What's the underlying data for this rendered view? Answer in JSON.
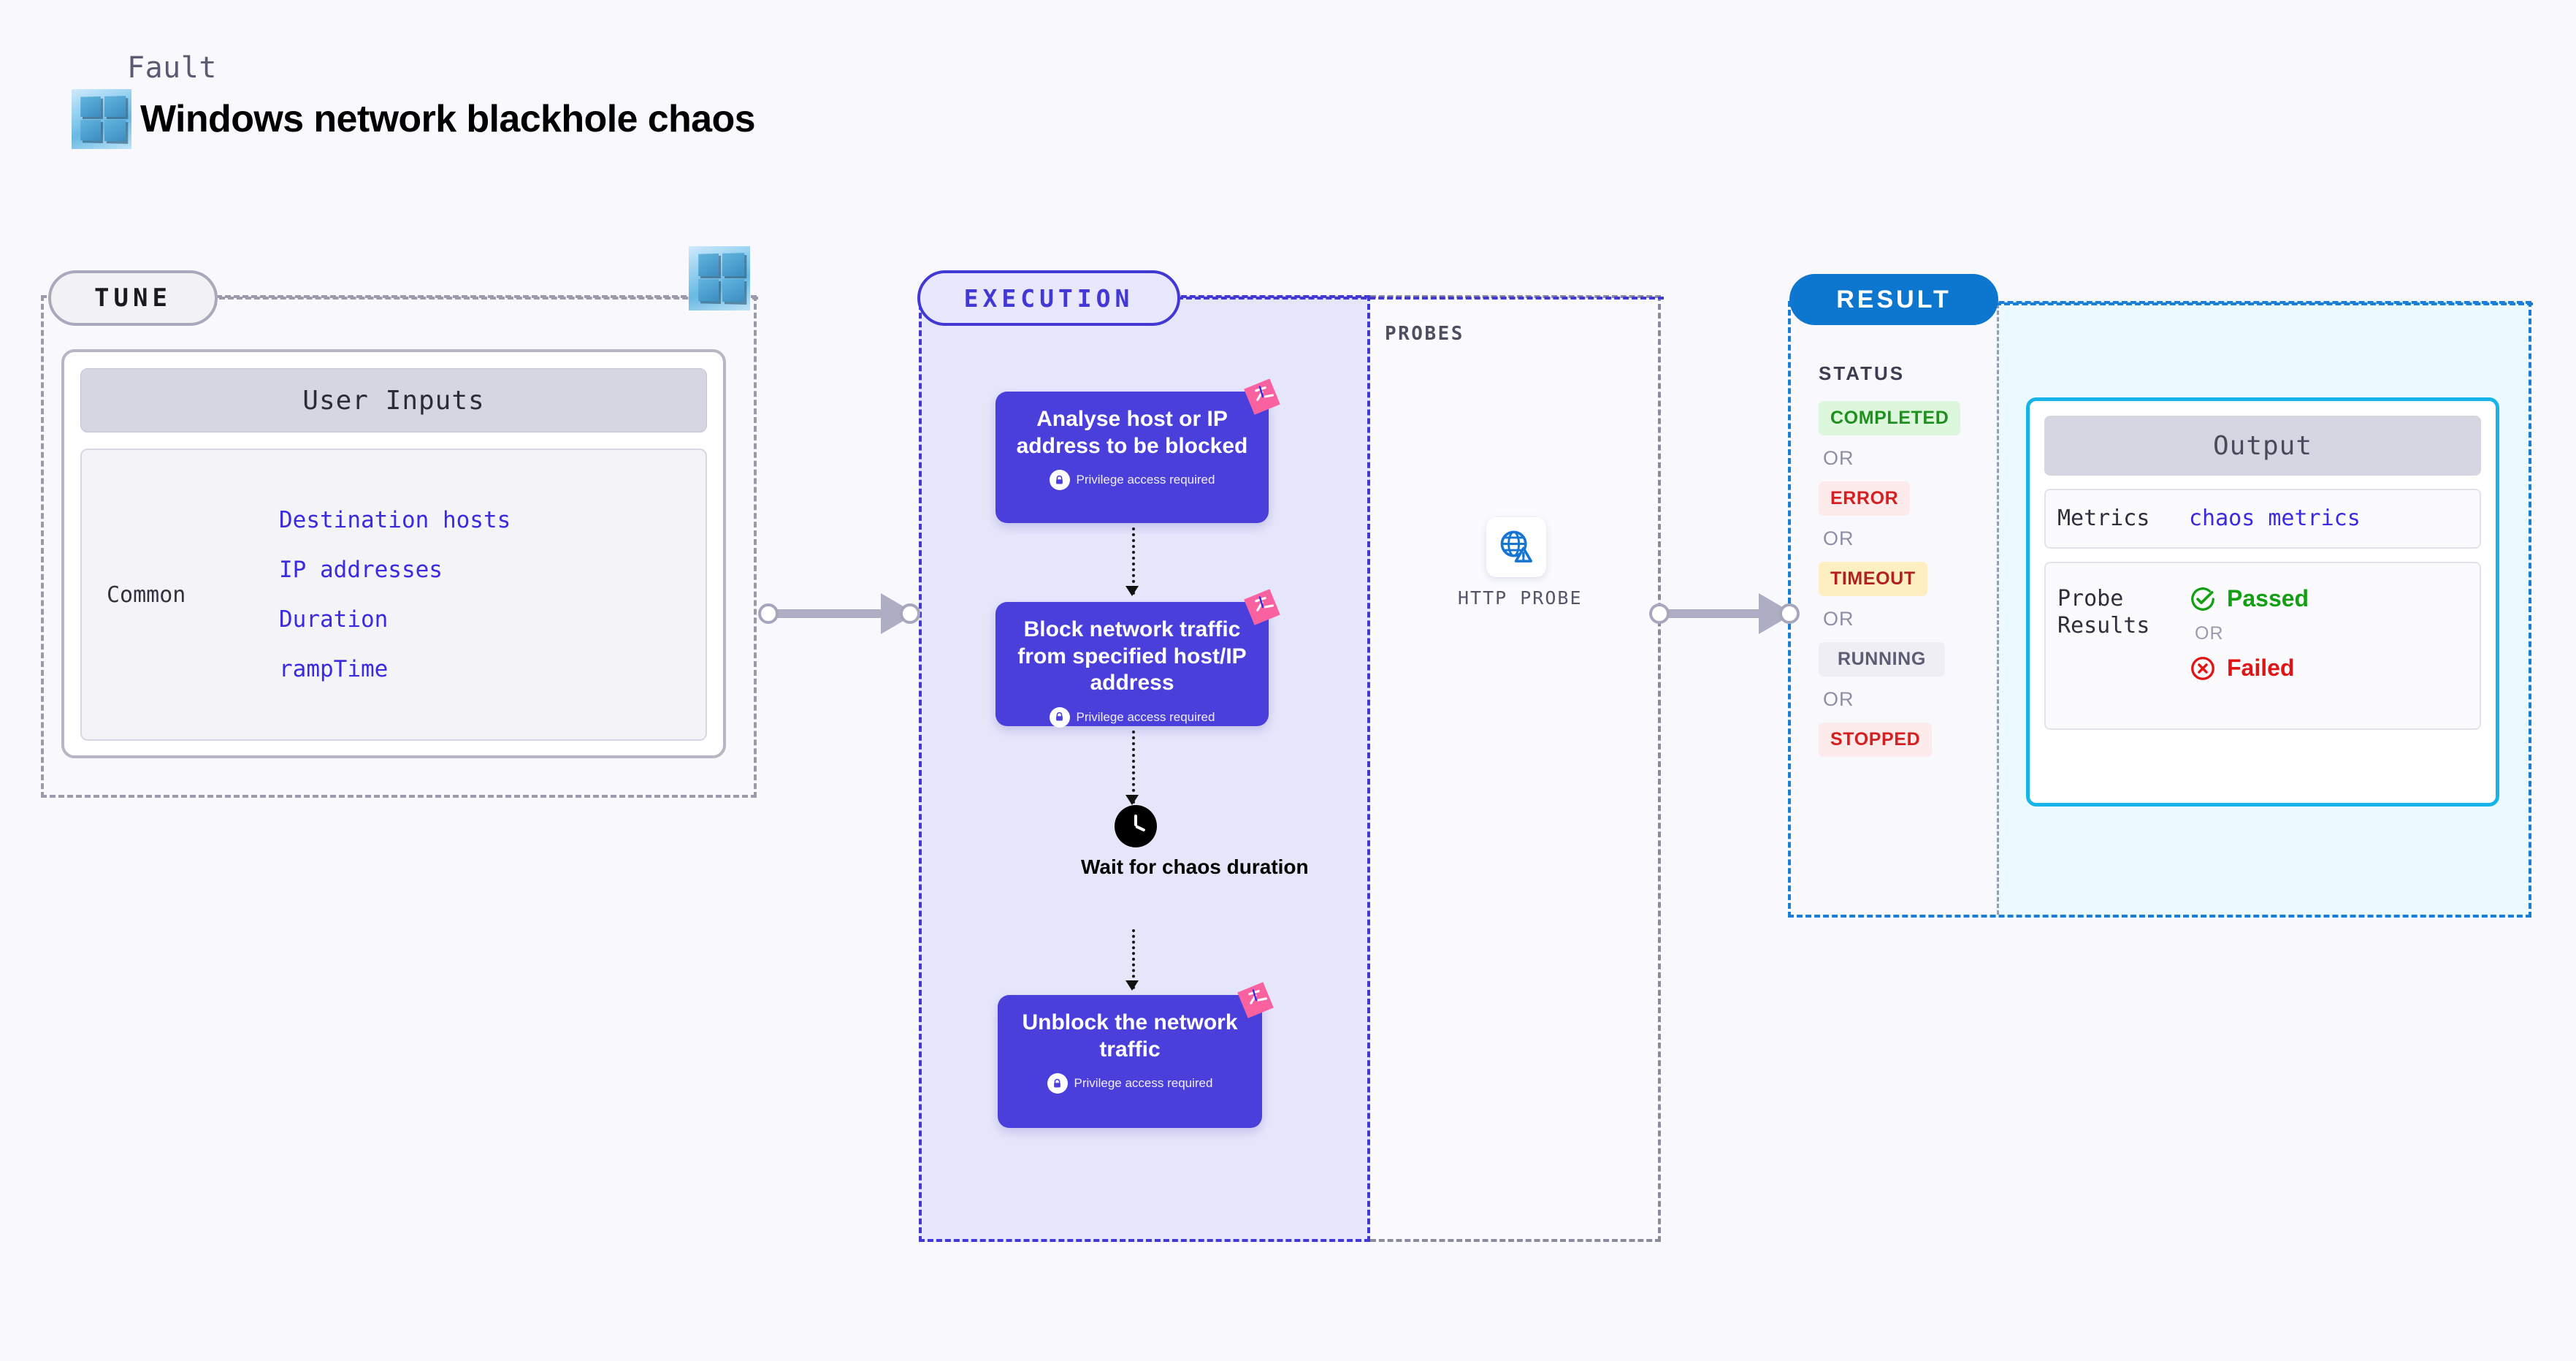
{
  "header": {
    "kicker": "Fault",
    "title": "Windows network blackhole chaos",
    "logo_icon": "windows-logo-icon"
  },
  "tune": {
    "pill_label": "TUNE",
    "windows_badge_icon": "windows-logo-icon",
    "user_inputs_header": "User Inputs",
    "group_label": "Common",
    "params": [
      "Destination hosts",
      "IP addresses",
      "Duration",
      "rampTime"
    ]
  },
  "execution": {
    "pill_label": "EXECUTION",
    "privilege_note": "Privilege access required",
    "lock_icon": "lock-icon",
    "ribbon_icon": "chaos-ribbon-icon",
    "cards": [
      {
        "title": "Analyse host or IP address to be blocked"
      },
      {
        "title": "Block network traffic from specified host/IP address"
      },
      {
        "title": "Unblock the network traffic"
      }
    ],
    "wait": {
      "icon": "clock-icon",
      "label": "Wait for chaos duration"
    }
  },
  "probes": {
    "section_label": "PROBES",
    "items": [
      {
        "label": "HTTP PROBE",
        "icon": "globe-warning-icon"
      }
    ]
  },
  "result": {
    "pill_label": "RESULT",
    "status_title": "STATUS",
    "or_label": "OR",
    "statuses": [
      {
        "label": "COMPLETED",
        "color": "#1f8f1f",
        "bg": "#ddf7dd"
      },
      {
        "label": "ERROR",
        "color": "#d42020",
        "bg": "#fdeaea"
      },
      {
        "label": "TIMEOUT",
        "color": "#b32020",
        "bg": "#fdefc2"
      },
      {
        "label": "RUNNING",
        "color": "#5c5c75",
        "bg": "#eeeef4"
      },
      {
        "label": "STOPPED",
        "color": "#d42020",
        "bg": "#fdeaea"
      }
    ],
    "output": {
      "header": "Output",
      "metrics_key": "Metrics",
      "metrics_value": "chaos metrics",
      "probe_results_key": "Probe Results",
      "passed_label": "Passed",
      "failed_label": "Failed",
      "or_label": "OR",
      "passed_icon": "check-circle-icon",
      "failed_icon": "x-circle-icon"
    }
  },
  "colors": {
    "accent_purple": "#4a3fdb",
    "accent_blue": "#0d76ce",
    "accent_cyan": "#17b4e9",
    "ribbon_pink": "#f9629f",
    "panel_lavender": "#e6e6fb",
    "panel_cyan": "#eafaff"
  }
}
